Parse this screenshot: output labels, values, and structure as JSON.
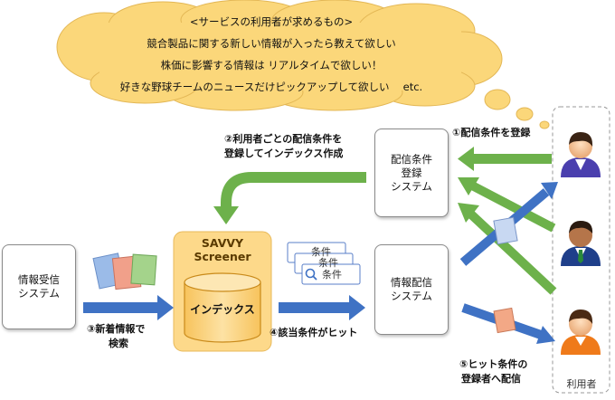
{
  "cloud": {
    "lines": [
      "<サービスの利用者が求めるもの>",
      "競合製品に関する新しい情報が入ったら教えて欲しい",
      "株価に影響する情報は リアルタイムで欲しい！",
      "好きな野球チームのニュースだけピックアップして欲しい　 etc."
    ]
  },
  "boxes": {
    "receive": "情報受信\nシステム",
    "register": "配信条件\n登録\nシステム",
    "deliver": "情報配信\nシステム"
  },
  "savvy": {
    "title": "SAVVY\nScreener",
    "index": "インデックス"
  },
  "steps": {
    "s1": "①配信条件を登録",
    "s2_line1": "②利用者ごとの配信条件を",
    "s2_line2": "登録してインデックス作成",
    "s3_line1": "③新着情報で",
    "s3_line2": "検索",
    "s4": "④該当条件がヒット",
    "s5_line1": "⑤ヒット条件の",
    "s5_line2": "登録者へ配信"
  },
  "condition_cards": [
    "条件",
    "条件",
    "条件"
  ],
  "users_label": "利用者",
  "colors": {
    "cloud": "#fbd77a",
    "savvy": "#fdd98a",
    "arrow_blue": "#3f72c4",
    "arrow_green": "#6db14b"
  }
}
